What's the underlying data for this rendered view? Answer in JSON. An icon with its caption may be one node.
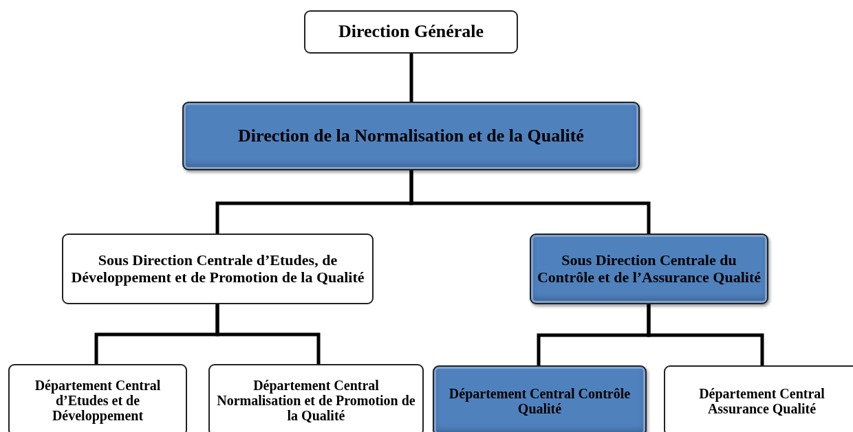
{
  "diagram": {
    "nodes": [
      {
        "text": [
          "Direction Générale"
        ]
      },
      {
        "text": [
          "Direction de la Normalisation et de la Qualité"
        ]
      },
      {
        "text": [
          "Sous Direction Centrale d’Etudes, de Développement et de Promotion de la Qualité"
        ]
      },
      {
        "text": [
          "Sous Direction Centrale du Contrôle et de l’Assurance Qualité"
        ]
      },
      {
        "text": [
          "Département Central d’Etudes et de Développement"
        ]
      },
      {
        "text": [
          "Département Central Normalisation et de Promotion de la Qualité"
        ]
      },
      {
        "text": [
          "Département Central Contrôle Qualité"
        ]
      },
      {
        "text": [
          "Département Central Assurance Qualité"
        ]
      }
    ],
    "edges": [
      {
        "from": 0,
        "to": 1,
        "arrow": "none"
      },
      {
        "from": 1,
        "to": 2,
        "arrow": "none"
      },
      {
        "from": 1,
        "to": 3,
        "arrow": "none"
      },
      {
        "from": 2,
        "to": 4,
        "arrow": "none"
      },
      {
        "from": 2,
        "to": 5,
        "arrow": "none"
      },
      {
        "from": 3,
        "to": 6,
        "arrow": "none"
      },
      {
        "from": 3,
        "to": 7,
        "arrow": "none"
      }
    ]
  }
}
